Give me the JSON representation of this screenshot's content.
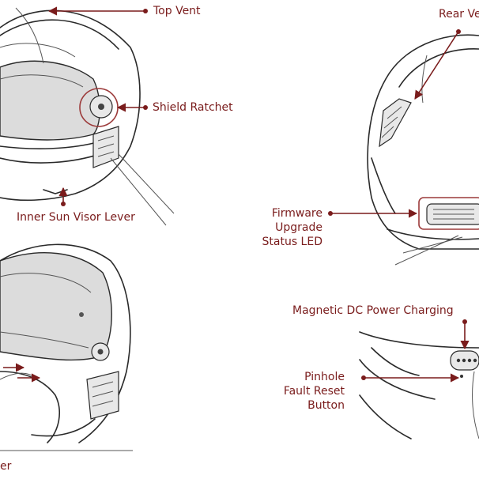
{
  "labels": {
    "top_vent": "Top Vent",
    "shield_ratchet": "Shield Ratchet",
    "inner_sun_visor_lever": "Inner Sun Visor Lever",
    "rear_vent": "Rear Ve",
    "firmware_line1": "Firmware",
    "firmware_line2": "Upgrade",
    "firmware_line3": "Status LED",
    "magnetic_dc": "Magnetic DC Power Charging",
    "pinhole_line1": "Pinhole",
    "pinhole_line2": "Fault Reset",
    "pinhole_line3": "Button",
    "bottom_left_fragment": "er"
  },
  "colors": {
    "label_text": "#7a1c1c",
    "leader_line": "#7a1c1c",
    "outline": "#2a2a2a",
    "visor_fill": "#dcdcdc"
  },
  "icons": {
    "leader_end": "dot",
    "leader_tip": "arrowhead"
  }
}
